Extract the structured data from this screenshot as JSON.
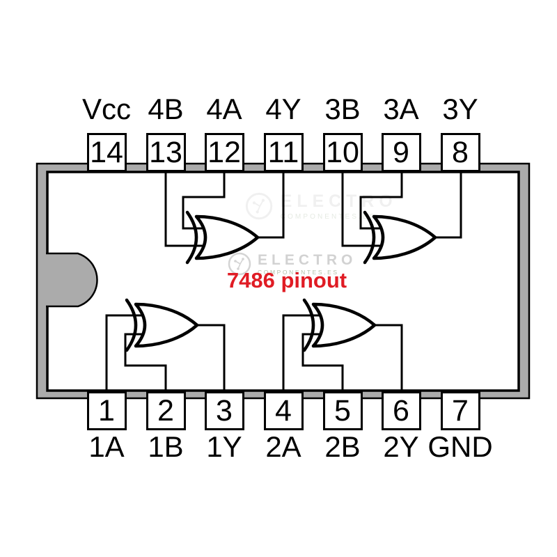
{
  "title": {
    "text": "7486 pinout",
    "color": "#e01c24"
  },
  "watermark": {
    "brand": "ELECTRO",
    "sub": "COMPONENTES.ES"
  },
  "chip": {
    "part_number": "7486",
    "package": "DIP-14",
    "body_color": "#ababab",
    "top_pins": [
      {
        "number": "14",
        "label": "Vcc"
      },
      {
        "number": "13",
        "label": "4B"
      },
      {
        "number": "12",
        "label": "4A"
      },
      {
        "number": "11",
        "label": "4Y"
      },
      {
        "number": "10",
        "label": "3B"
      },
      {
        "number": "9",
        "label": "3A"
      },
      {
        "number": "8",
        "label": "3Y"
      }
    ],
    "bottom_pins": [
      {
        "number": "1",
        "label": "1A"
      },
      {
        "number": "2",
        "label": "1B"
      },
      {
        "number": "3",
        "label": "1Y"
      },
      {
        "number": "4",
        "label": "2A"
      },
      {
        "number": "5",
        "label": "2B"
      },
      {
        "number": "6",
        "label": "2Y"
      },
      {
        "number": "7",
        "label": "GND"
      }
    ],
    "gates": [
      {
        "gate": "1",
        "type": "XOR",
        "inputs": [
          "1A",
          "1B"
        ],
        "input_pins": [
          "1",
          "2"
        ],
        "output": "1Y",
        "output_pin": "3"
      },
      {
        "gate": "2",
        "type": "XOR",
        "inputs": [
          "2A",
          "2B"
        ],
        "input_pins": [
          "4",
          "5"
        ],
        "output": "2Y",
        "output_pin": "6"
      },
      {
        "gate": "3",
        "type": "XOR",
        "inputs": [
          "3A",
          "3B"
        ],
        "input_pins": [
          "9",
          "10"
        ],
        "output": "3Y",
        "output_pin": "8"
      },
      {
        "gate": "4",
        "type": "XOR",
        "inputs": [
          "4A",
          "4B"
        ],
        "input_pins": [
          "12",
          "13"
        ],
        "output": "4Y",
        "output_pin": "11"
      }
    ]
  }
}
